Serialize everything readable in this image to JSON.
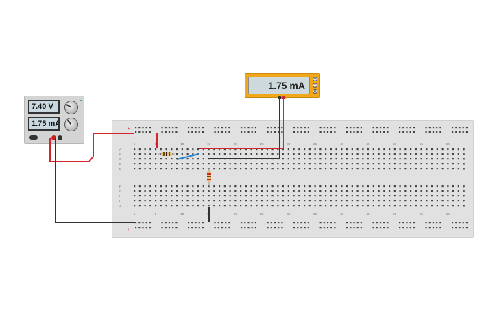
{
  "power_supply": {
    "voltage_display": "7.40 V",
    "current_display": "1.75 mA",
    "voltage_knob": "voltage-knob",
    "current_knob": "current-knob"
  },
  "multimeter": {
    "display": "1.75 mA",
    "modes": [
      "A",
      "V",
      "Ω"
    ]
  },
  "breadboard": {
    "column_numbers": [
      "1",
      "5",
      "10",
      "15",
      "20",
      "25",
      "30",
      "35",
      "40",
      "45",
      "50",
      "55",
      "60"
    ],
    "row_letters_top": [
      "A",
      "B",
      "C",
      "D",
      "E"
    ],
    "row_letters_bottom": [
      "F",
      "G",
      "H",
      "I",
      "J"
    ]
  },
  "colors": {
    "red_wire": "#d4232b",
    "black_wire": "#333333",
    "blue_wire": "#1f7fd0",
    "meter_body": "#f0a81a"
  }
}
